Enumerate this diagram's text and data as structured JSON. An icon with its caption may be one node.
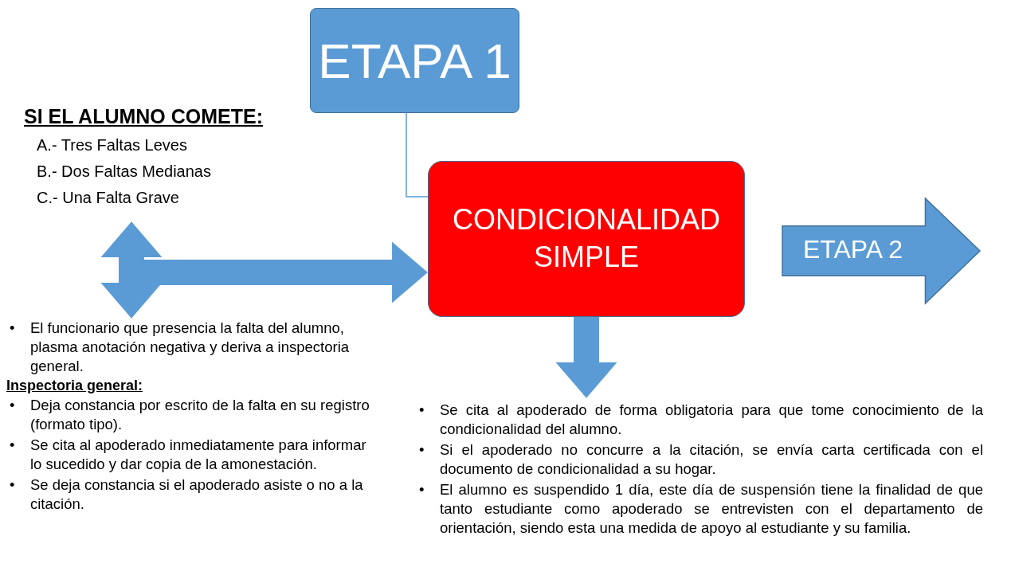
{
  "diagram": {
    "nodes": [
      {
        "text": [
          "ETAPA 1"
        ]
      },
      {
        "text": [
          "SI EL ALUMNO COMETE:",
          "A.- Tres Faltas Leves",
          "B.- Dos Faltas Medianas",
          "C.- Una Falta Grave"
        ]
      },
      {
        "text": [
          "CONDICIONALIDAD SIMPLE"
        ]
      },
      {
        "text": [
          "ETAPA 2"
        ]
      },
      {
        "text": [
          "El funcionario que presencia la falta del alumno, plasma anotación negativa y deriva a inspectoria general.",
          "Inspectoria general:",
          "Deja constancia por escrito de la falta en su registro (formato tipo).",
          "Se cita al apoderado inmediatamente para informar lo sucedido y dar copia de la amonestación.",
          "Se deja constancia si el apoderado asiste o no a la citación."
        ]
      },
      {
        "text": [
          "Se cita al apoderado de forma obligatoria para que tome conocimiento de la condicionalidad del alumno.",
          "Si el apoderado no concurre a la citación, se envía carta certificada con el documento de condicionalidad a su hogar.",
          "El alumno es suspendido 1 día,  este día de suspensión tiene la finalidad de que tanto estudiante como apoderado se entrevisten con el departamento de orientación, siendo esta una medida de apoyo al estudiante y su familia."
        ]
      }
    ],
    "edges": [
      {
        "from": 0,
        "to": 2,
        "arrow": "none"
      },
      {
        "from": 1,
        "to": 4,
        "arrow": "both"
      },
      {
        "from": null,
        "to": 2,
        "arrow": "to"
      },
      {
        "from": 2,
        "to": 5,
        "arrow": "to"
      }
    ],
    "labels": [
      "•",
      "•",
      "•",
      "•",
      "•",
      "•",
      "•"
    ]
  }
}
